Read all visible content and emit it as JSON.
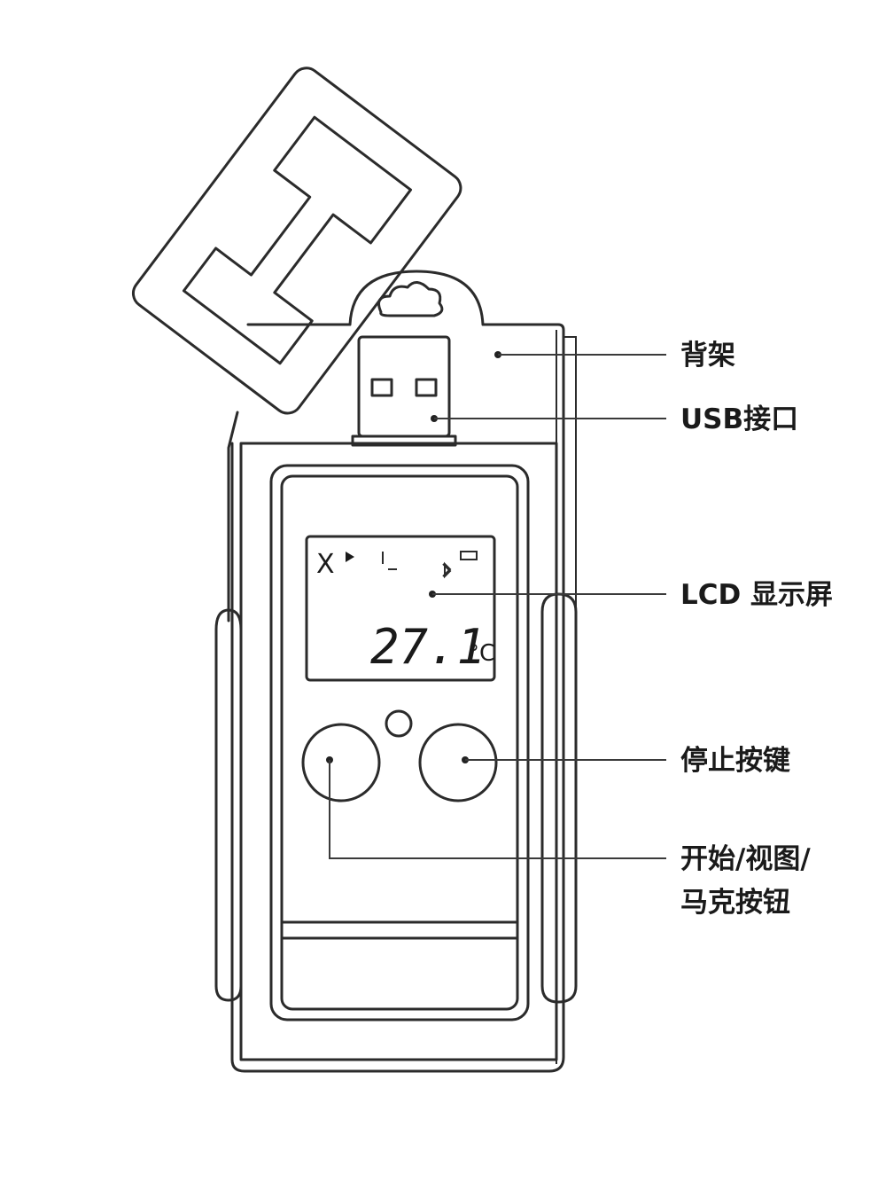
{
  "device": {
    "lcd": {
      "temperature": "27.1",
      "unit": "°C",
      "status_mark": "X"
    }
  },
  "callouts": {
    "back_clip": "背架",
    "usb_port": "USB接口",
    "lcd_screen": "LCD 显示屏",
    "stop_button": "停止按键",
    "start_button_line1": "开始/视图/",
    "start_button_line2": "马克按钮"
  }
}
